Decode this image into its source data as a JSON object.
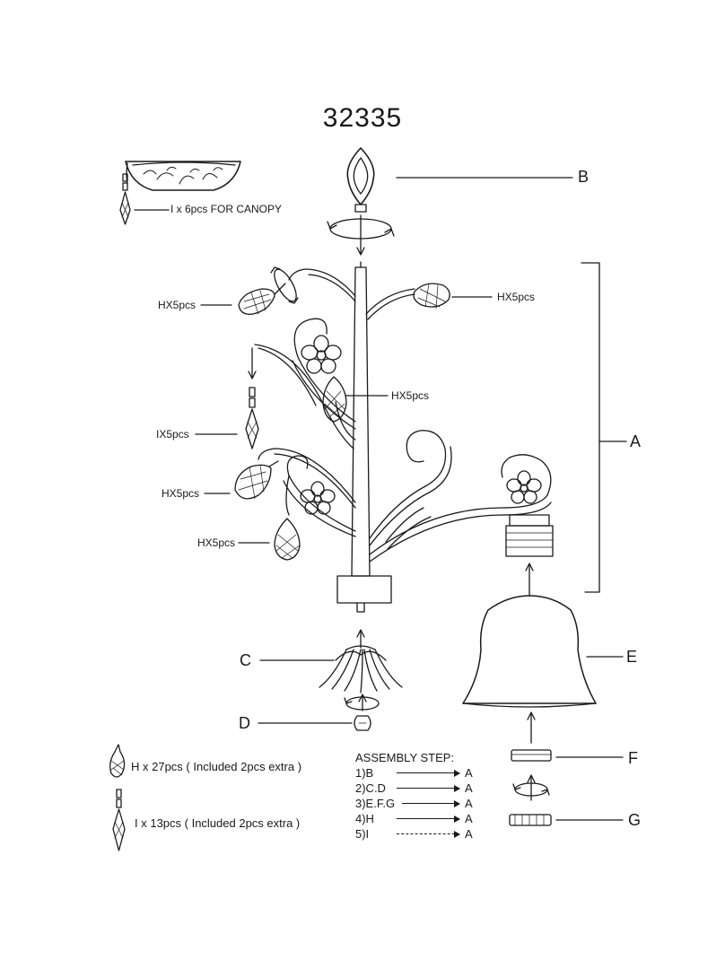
{
  "title": "32335",
  "labels": {
    "A": "A",
    "B": "B",
    "C": "C",
    "D": "D",
    "E": "E",
    "F": "F",
    "G": "G"
  },
  "callouts": {
    "canopy": "I x 6pcs FOR CANOPY",
    "h_top_left": "HX5pcs",
    "h_top_right": "HX5pcs",
    "h_middle": "HX5pcs",
    "i_left": "IX5pcs",
    "h_lower_left": "HX5pcs",
    "h_bottom_left": "HX5pcs"
  },
  "legend": {
    "h_total": "H x 27pcs ( Included   2pcs  extra )",
    "i_total": "I x 13pcs ( Included  2pcs extra )"
  },
  "assembly": {
    "title": "ASSEMBLY STEP:",
    "steps": [
      {
        "lhs": "1)B",
        "rhs": "A"
      },
      {
        "lhs": "2)C.D",
        "rhs": "A"
      },
      {
        "lhs": "3)E.F.G",
        "rhs": "A"
      },
      {
        "lhs": "4)H",
        "rhs": "A"
      },
      {
        "lhs": "5)I",
        "rhs": "A"
      }
    ]
  }
}
